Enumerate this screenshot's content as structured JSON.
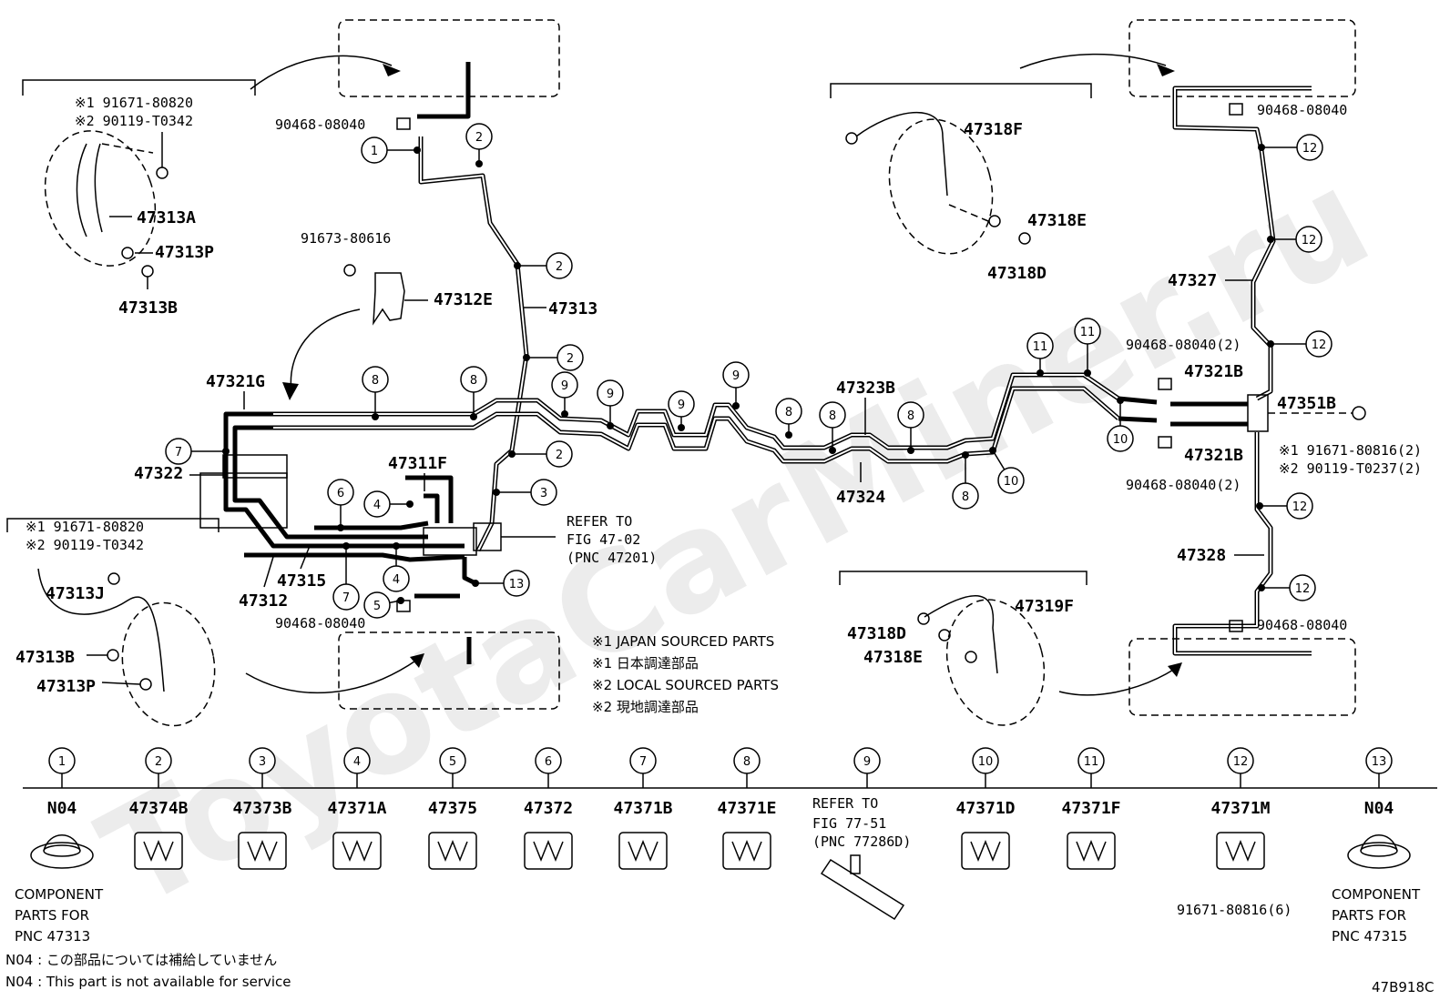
{
  "labels": {
    "p_90468_08040_a": "90468-08040",
    "p_47313": "47313",
    "p_47313A": "47313A",
    "p_47313P_a": "47313P",
    "p_47313B_a": "47313B",
    "p_91673_80616": "91673-80616",
    "p_47312E": "47312E",
    "p_47321G": "47321G",
    "p_47322": "47322",
    "p_47311F": "47311F",
    "p_47315": "47315",
    "p_47312": "47312",
    "p_90468_08040_b": "90468-08040",
    "p_47313J": "47313J",
    "p_47313B_b": "47313B",
    "p_47313P_b": "47313P",
    "p_47318F": "47318F",
    "p_47318E_a": "47318E",
    "p_47318D_a": "47318D",
    "p_47323B": "47323B",
    "p_47324": "47324",
    "p_47319F": "47319F",
    "p_47318D_b": "47318D",
    "p_47318E_b": "47318E",
    "p_90468_08040_c": "90468-08040",
    "p_47327": "47327",
    "p_90468_08040_2a": "90468-08040(2)",
    "p_47321B_a": "47321B",
    "p_47351B": "47351B",
    "p_47321B_b": "47321B",
    "p_90468_08040_2b": "90468-08040(2)",
    "p_47328": "47328",
    "p_90468_08040_d": "90468-08040"
  },
  "notes": {
    "mark1_a": "※1 91671-80820",
    "mark2_a": "※2 90119-T0342",
    "mark1_b": "※1 91671-80820",
    "mark2_b": "※2 90119-T0342",
    "mark1_c": "※1 91671-80816(2)",
    "mark2_c": "※2 90119-T0237(2)",
    "refer1": "REFER TO",
    "refer2": "FIG 47-02",
    "refer3": "(PNC 47201)",
    "legend1": "※1 JAPAN SOURCED PARTS",
    "legend2": "※1 日本調達部品",
    "legend3": "※2 LOCAL SOURCED PARTS",
    "legend4": "※2 現地調達部品"
  },
  "callouts": [
    {
      "num": "1"
    },
    {
      "num": "2"
    },
    {
      "num": "2"
    },
    {
      "num": "2"
    },
    {
      "num": "2"
    },
    {
      "num": "3"
    },
    {
      "num": "4"
    },
    {
      "num": "4"
    },
    {
      "num": "5"
    },
    {
      "num": "6"
    },
    {
      "num": "7"
    },
    {
      "num": "7"
    },
    {
      "num": "8"
    },
    {
      "num": "8"
    },
    {
      "num": "8"
    },
    {
      "num": "8"
    },
    {
      "num": "8"
    },
    {
      "num": "8"
    },
    {
      "num": "9"
    },
    {
      "num": "9"
    },
    {
      "num": "9"
    },
    {
      "num": "9"
    },
    {
      "num": "10"
    },
    {
      "num": "10"
    },
    {
      "num": "11"
    },
    {
      "num": "11"
    },
    {
      "num": "12"
    },
    {
      "num": "12"
    },
    {
      "num": "12"
    },
    {
      "num": "12"
    },
    {
      "num": "12"
    },
    {
      "num": "13"
    }
  ],
  "parts_table": [
    {
      "num": "1",
      "part": "N04",
      "note1": "COMPONENT",
      "note2": "PARTS FOR",
      "note3": "PNC 47313"
    },
    {
      "num": "2",
      "part": "47374B"
    },
    {
      "num": "3",
      "part": "47373B"
    },
    {
      "num": "4",
      "part": "47371A"
    },
    {
      "num": "5",
      "part": "47375"
    },
    {
      "num": "6",
      "part": "47372"
    },
    {
      "num": "7",
      "part": "47371B"
    },
    {
      "num": "8",
      "part": "47371E"
    },
    {
      "num": "9",
      "part": "REFER TO",
      "note1": "FIG 77-51",
      "note2": "(PNC 77286D)"
    },
    {
      "num": "10",
      "part": "47371D"
    },
    {
      "num": "11",
      "part": "47371F"
    },
    {
      "num": "12",
      "part": "47371M",
      "note1": "91671-80816(6)"
    },
    {
      "num": "13",
      "part": "N04",
      "note1": "COMPONENT",
      "note2": "PARTS FOR",
      "note3": "PNC 47315"
    }
  ],
  "footer": {
    "n04_jp": "N04 :  この部品については補給していません",
    "n04_en": "N04 :  This part is not available for service",
    "figure_id": "47B918C"
  },
  "watermark": "ToyotaCarMiner.ru"
}
